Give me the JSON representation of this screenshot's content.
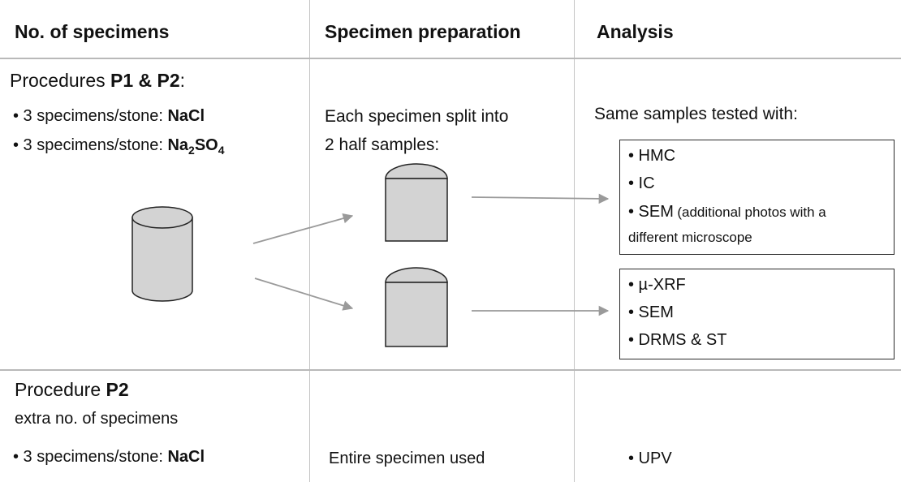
{
  "headers": {
    "specimens": "No. of specimens",
    "preparation": "Specimen preparation",
    "analysis": "Analysis"
  },
  "row1": {
    "procedure_prefix": "Procedures ",
    "procedure_codes": "P1 & P2",
    "procedure_suffix": ":",
    "bullet_nacl_text": "• 3 specimens/stone: ",
    "bullet_nacl_salt": "NaCl",
    "bullet_na2so4_text": "• 3 specimens/stone: ",
    "salt_na": "Na",
    "salt_sub_2": "2",
    "salt_so": "SO",
    "salt_sub_4": "4",
    "prep_line1": "Each specimen split into",
    "prep_line2": "2 half samples:",
    "analysis_intro": "Same samples tested with:",
    "box1": {
      "item1": "• HMC",
      "item2": "• IC",
      "item3_main": "• SEM",
      "item3_note": "(additional photos with a",
      "item3_note2": "different microscope"
    },
    "box2": {
      "item1": "• µ-XRF",
      "item2": "• SEM",
      "item3": "• DRMS & ST"
    }
  },
  "row2": {
    "procedure_prefix": "Procedure ",
    "procedure_code": "P2",
    "subtitle": "extra no. of specimens",
    "bullet_text": "• 3 specimens/stone: ",
    "bullet_salt": "NaCl",
    "prep": "Entire specimen used",
    "analysis": "• UPV"
  },
  "colors": {
    "shape_fill": "#d3d3d3",
    "shape_stroke": "#222222",
    "arrow": "#9a9a9a",
    "divider": "#bdbdbd"
  }
}
